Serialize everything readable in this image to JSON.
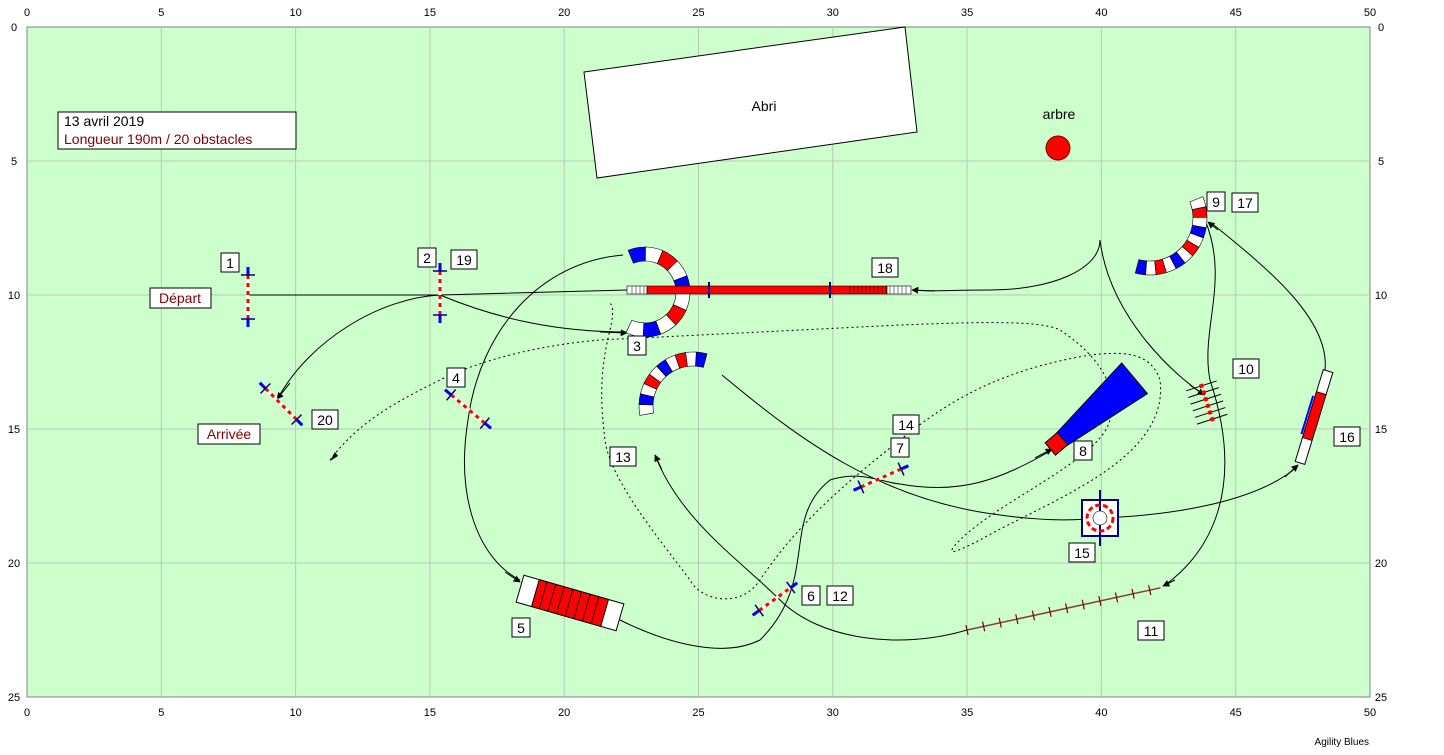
{
  "course": {
    "date": "13 avril 2019",
    "summary": "Longueur 190m / 20 obstacles",
    "start_label": "Départ",
    "finish_label": "Arrivée",
    "shelter_label": "Abri",
    "tree_label": "arbre",
    "credit": "Agility Blues"
  },
  "axes": {
    "x_ticks": [
      "0",
      "5",
      "10",
      "15",
      "20",
      "25",
      "30",
      "35",
      "40",
      "45",
      "50"
    ],
    "y_ticks": [
      "0",
      "5",
      "10",
      "15",
      "20",
      "25"
    ]
  },
  "obstacle_numbers": [
    "1",
    "2",
    "19",
    "3",
    "4",
    "5",
    "6",
    "12",
    "7",
    "14",
    "8",
    "9",
    "17",
    "10",
    "11",
    "13",
    "15",
    "16",
    "18",
    "20"
  ],
  "colors": {
    "field": "#ccffcc",
    "grid": "#b8c8b8",
    "red": "#ff0000",
    "blue": "#0000ff",
    "tree": "#ff0000"
  }
}
